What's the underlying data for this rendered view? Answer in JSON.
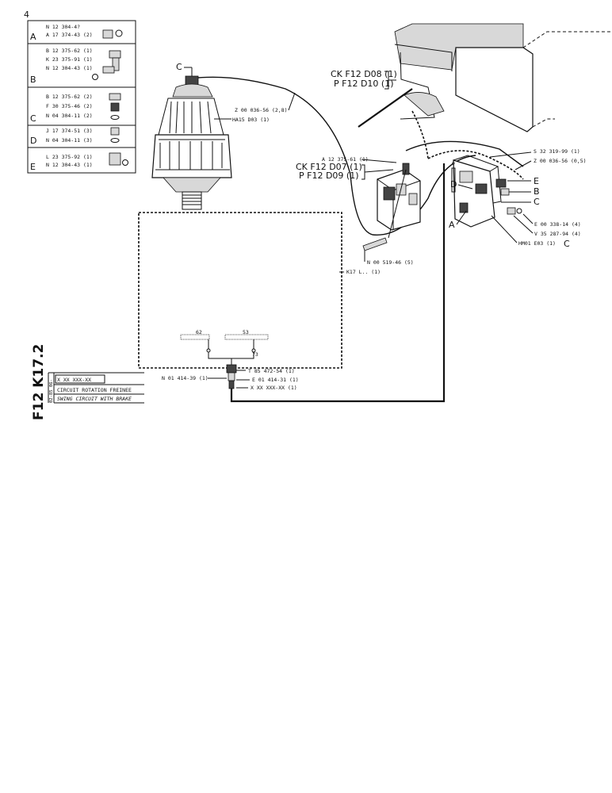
{
  "page_number": "4",
  "legend": {
    "sections": [
      {
        "letter": "A",
        "parts": [
          "N 12 304-4?",
          "A 17 374-43 (2)"
        ]
      },
      {
        "letter": "B",
        "parts": [
          "B 12 375-62 (1)",
          "K 23 375-91 (1)",
          "N 12 304-43 (1)"
        ]
      },
      {
        "letter": "C",
        "parts": [
          "B 12 375-62 (2)",
          "F 30 375-46 (2)",
          "N 04 304-11 (2)"
        ]
      },
      {
        "letter": "D",
        "parts": [
          "J 17 374-51 (3)",
          "N 04 304-11 (3)"
        ]
      },
      {
        "letter": "E",
        "parts": [
          "L 23 375-92 (1)",
          "N 12 304-43 (1)"
        ]
      }
    ]
  },
  "callouts": {
    "accumulator_c": "C",
    "hose_z1": "Z 00 036-56 (2,8)",
    "ref_ha15": "HA15 D03 (1)",
    "ck_f12_d08": "CK F12 D08 (1)",
    "p_f12_d10": "P F12 D10 (1)",
    "a12": "A 12 375-61 (1)",
    "ck_f12_d07": "CK F12 D07 (1)",
    "p_f12_d09": "P F12 D09 (1)",
    "s32": "S 32 319-99 (1)",
    "z00_056": "Z 00 036-56 (0,5)",
    "letter_e": "E",
    "letter_b": "B",
    "letter_c": "C",
    "letter_d": "D",
    "letter_a": "A",
    "e00": "E 00 338-14 (4)",
    "v35": "V 35 287-94 (4)",
    "hm01": "HM01 E03 (1)",
    "hm01_c": "C",
    "n00": "N 00 519-46 (5)",
    "k17": "K17 L.. (1)",
    "label_62": "62",
    "label_53": "53",
    "label_73": "73",
    "t85": "T 85 472-54 (1)",
    "n01": "N 01 414-39 (1)",
    "e01": "E 01 414-31 (1)",
    "xx": "X XX XXX-XX (1)"
  },
  "title_block": {
    "sheet_code": "F12 K17.2",
    "date_codes": [
      "06-",
      "02-85"
    ],
    "part_number": "X XX XXX-XX",
    "title_fr": "CIRCUIT ROTATION FREINEE",
    "title_en": "SWING CIRCUIT WITH BRAKE"
  }
}
